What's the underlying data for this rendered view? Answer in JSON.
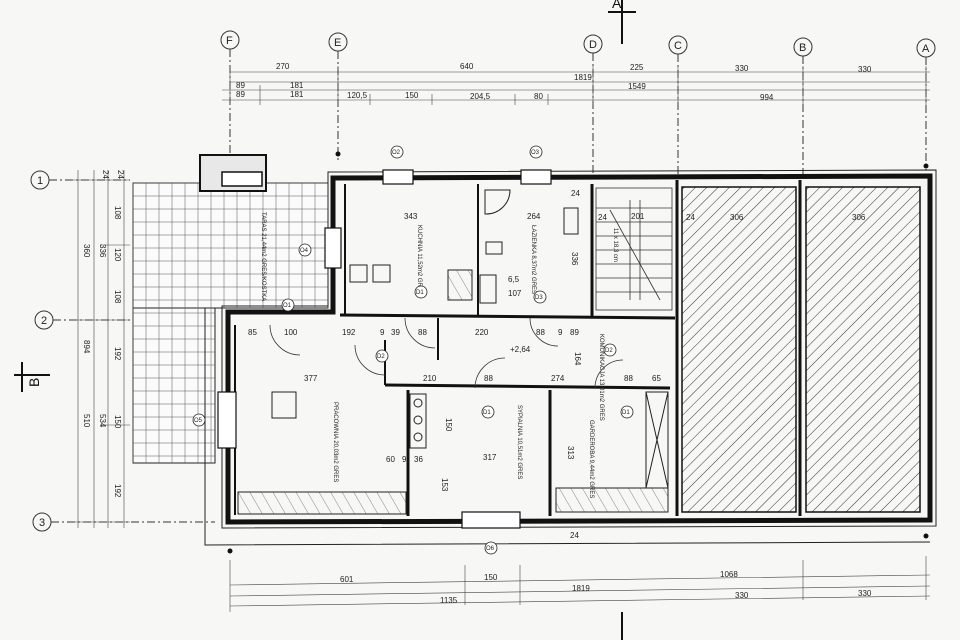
{
  "section_marks": {
    "top": "A",
    "left": "B"
  },
  "axes_columns": [
    "F",
    "E",
    "D",
    "C",
    "B",
    "A"
  ],
  "axes_rows": [
    "1",
    "2",
    "3"
  ],
  "top_dims": {
    "row1": [
      "270",
      "640",
      "225",
      "330",
      "330"
    ],
    "row2": [
      "1819"
    ],
    "row3": [
      "89",
      "181",
      "1549"
    ],
    "row4": [
      "89",
      "181",
      "120,5",
      "150",
      "204,5",
      "80",
      "994"
    ]
  },
  "bottom_dims": {
    "row1": [
      "601",
      "150",
      "1068"
    ],
    "row2": [
      "1819"
    ],
    "row3": [
      "1135",
      "330",
      "330"
    ]
  },
  "left_dims": [
    "24",
    "24",
    "108",
    "120",
    "108",
    "192",
    "150",
    "192",
    "360",
    "336",
    "894",
    "510",
    "534"
  ],
  "rooms": {
    "terrace": "TARAS 21,44m2 GRES/KOSTKA",
    "kitchen": "KUCHNIA 11,52m2 GRES",
    "bath": "ŁAZIENKA 8,37m2 GRES",
    "office": "PRACOWNIA 20,03m2 GRES",
    "hall": "KOMUNIKACJA 13,01m2 GRES",
    "bedroom": "SYPIALNIA 10,51m2 GRES",
    "wardrobe": "GARDEROBA 9,44m2 GRES"
  },
  "interior_dims": {
    "k_w": "343",
    "b_w": "264",
    "st_w": "201",
    "g1": "306",
    "g2": "306",
    "d85": "85",
    "d100": "100",
    "d192": "192",
    "d9a": "9",
    "d39": "39",
    "d88a": "88",
    "d220": "220",
    "d88b": "88",
    "d9b": "9",
    "d89": "89",
    "d377": "377",
    "d210": "210",
    "d88c": "88",
    "d274": "274",
    "d88d": "88",
    "d65": "65",
    "d150": "150",
    "d60": "60",
    "d9c": "9",
    "d36": "36",
    "d317": "317",
    "d313": "313",
    "d153": "153",
    "d164": "164",
    "d24a": "24",
    "d24b": "24",
    "d24c": "24",
    "d336": "336",
    "d107": "107",
    "d65b": "6,5",
    "stairs": "11 x 18,3 cm",
    "level": "+2,64"
  },
  "tags": [
    "O2",
    "O3",
    "O4",
    "O5",
    "O6",
    "O1",
    "D1",
    "D2",
    "D3",
    "D1",
    "D1",
    "D2",
    "D1"
  ]
}
